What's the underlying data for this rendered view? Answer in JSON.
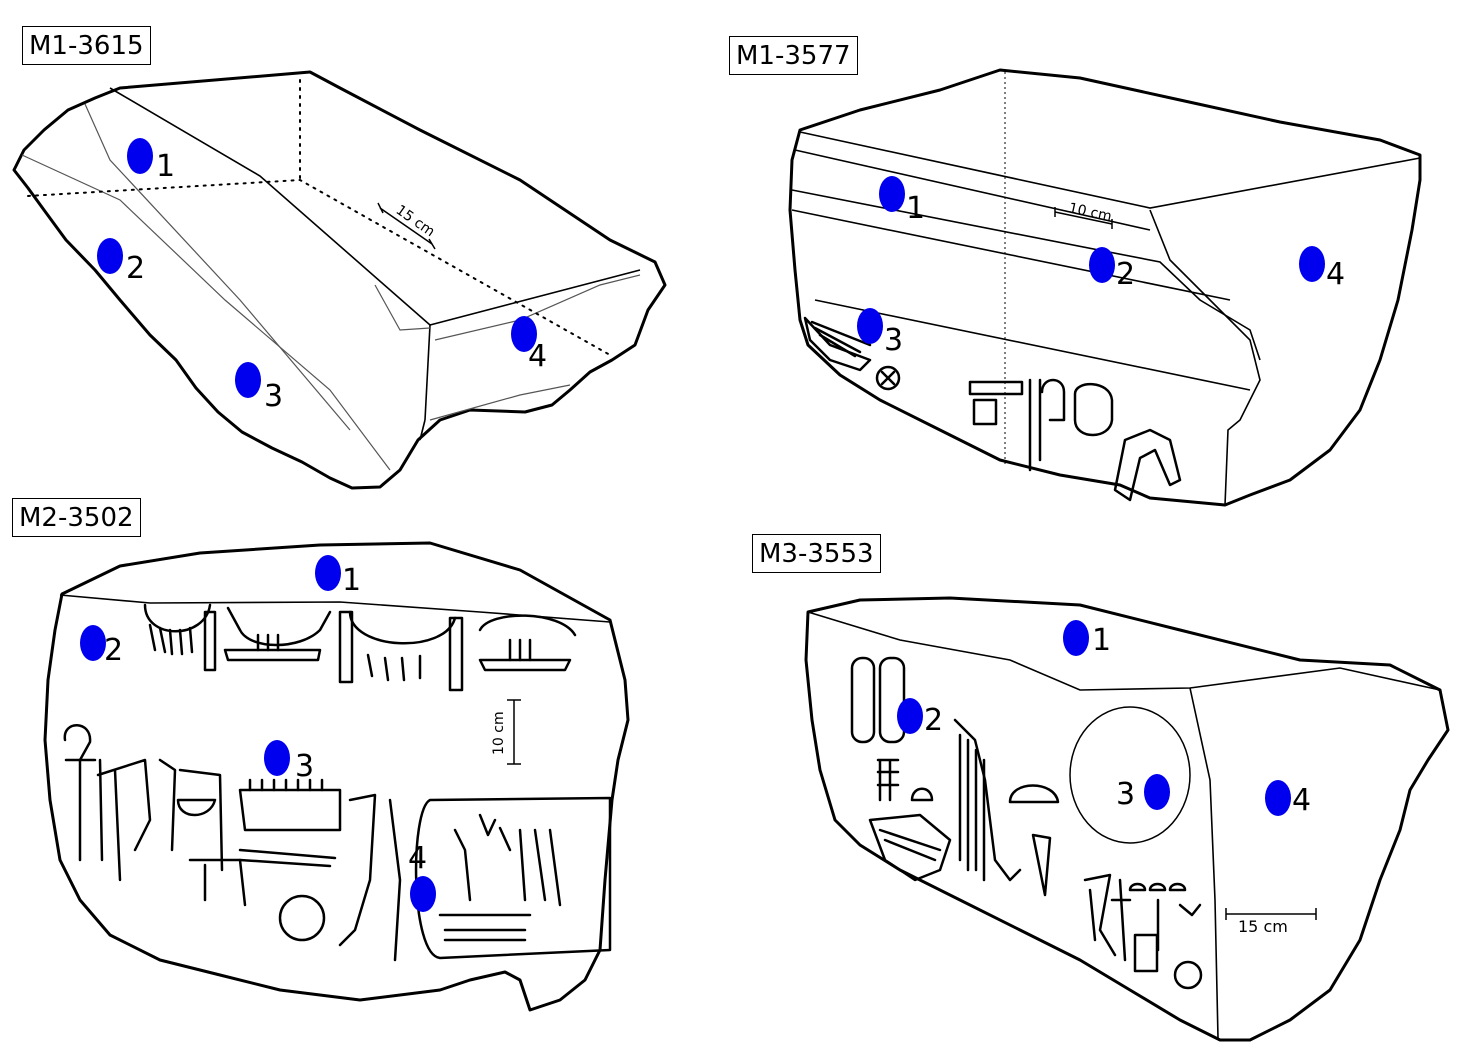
{
  "panels": [
    {
      "id": "M1-3615",
      "label": "M1-3615",
      "scale": "15 cm",
      "markers": [
        "1",
        "2",
        "3",
        "4"
      ]
    },
    {
      "id": "M1-3577",
      "label": "M1-3577",
      "scale": "10 cm",
      "markers": [
        "1",
        "2",
        "3",
        "4"
      ]
    },
    {
      "id": "M2-3502",
      "label": "M2-3502",
      "scale": "10 cm",
      "markers": [
        "1",
        "2",
        "3",
        "4"
      ]
    },
    {
      "id": "M3-3553",
      "label": "M3-3553",
      "scale": "15 cm",
      "markers": [
        "1",
        "2",
        "3",
        "4"
      ]
    }
  ],
  "colors": {
    "marker": "#0000ee",
    "outline": "#000000",
    "background": "#ffffff"
  }
}
